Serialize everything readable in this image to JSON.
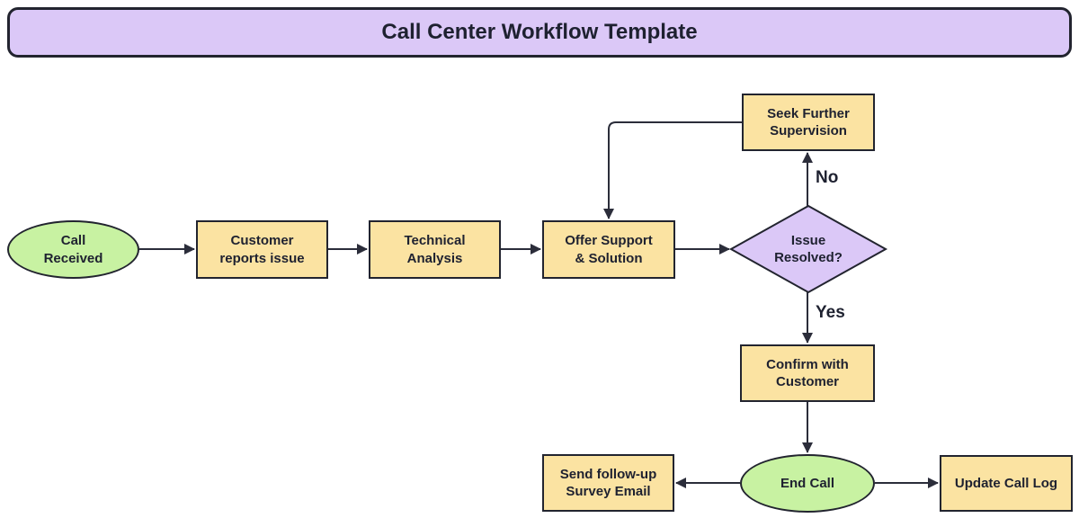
{
  "title": {
    "text": "Call Center Workflow Template"
  },
  "colors": {
    "background": "#ffffff",
    "title_fill": "#dbc8f7",
    "decision_fill": "#dbc8f7",
    "process_fill": "#fbe3a2",
    "terminal_fill": "#c8f2a2",
    "border": "#22242f",
    "line": "#2b2d3a",
    "text": "#1e2130"
  },
  "nodes": {
    "call_received": {
      "label": "Call\nReceived",
      "type": "terminal"
    },
    "customer_reports_issue": {
      "label": "Customer\nreports issue",
      "type": "process"
    },
    "technical_analysis": {
      "label": "Technical\nAnalysis",
      "type": "process"
    },
    "offer_support_solution": {
      "label": "Offer Support\n& Solution",
      "type": "process"
    },
    "issue_resolved": {
      "label": "Issue\nResolved?",
      "type": "decision"
    },
    "seek_further_supervision": {
      "label": "Seek Further\nSupervision",
      "type": "process"
    },
    "confirm_with_customer": {
      "label": "Confirm with\nCustomer",
      "type": "process"
    },
    "end_call": {
      "label": "End Call",
      "type": "terminal"
    },
    "send_followup_survey_email": {
      "label": "Send follow-up\nSurvey Email",
      "type": "process"
    },
    "update_call_log": {
      "label": "Update Call Log",
      "type": "process"
    }
  },
  "edge_labels": {
    "no": "No",
    "yes": "Yes"
  }
}
